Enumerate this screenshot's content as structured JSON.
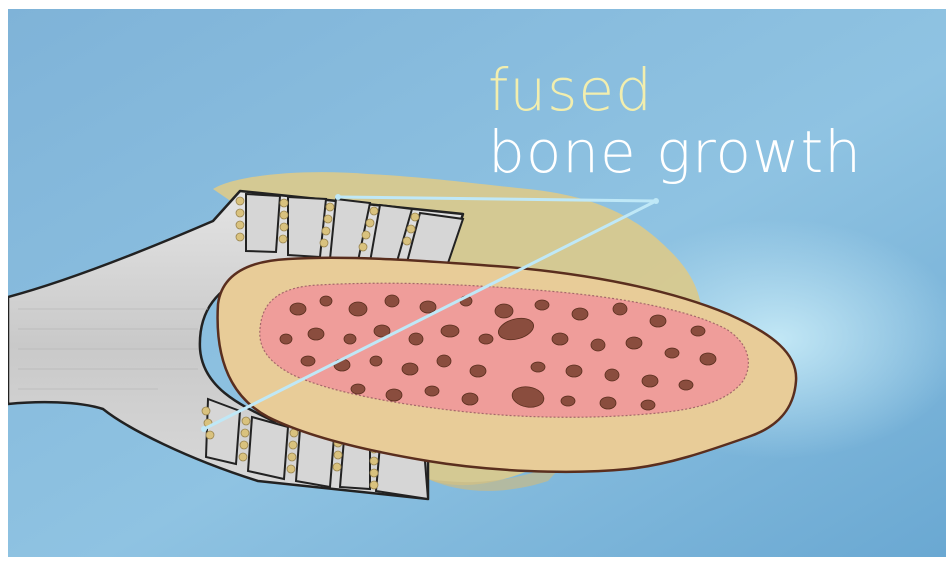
{
  "caption": {
    "line1": "fused",
    "line2": "bone growth"
  },
  "colors": {
    "background": "#7fb3d8",
    "caption_line1": "#f2eeae",
    "caption_line2": "#ffffff",
    "graft": "#d8c98e",
    "cortical_bone": "#e8cc98",
    "marrow": "#ef9d9a",
    "pore": "#8a4d3e",
    "implant": "#d2d2d2",
    "pointer_lines": "#bfe8f7"
  },
  "icons": [
    "implant-tool",
    "bone-cross-section",
    "pointer-lines"
  ]
}
